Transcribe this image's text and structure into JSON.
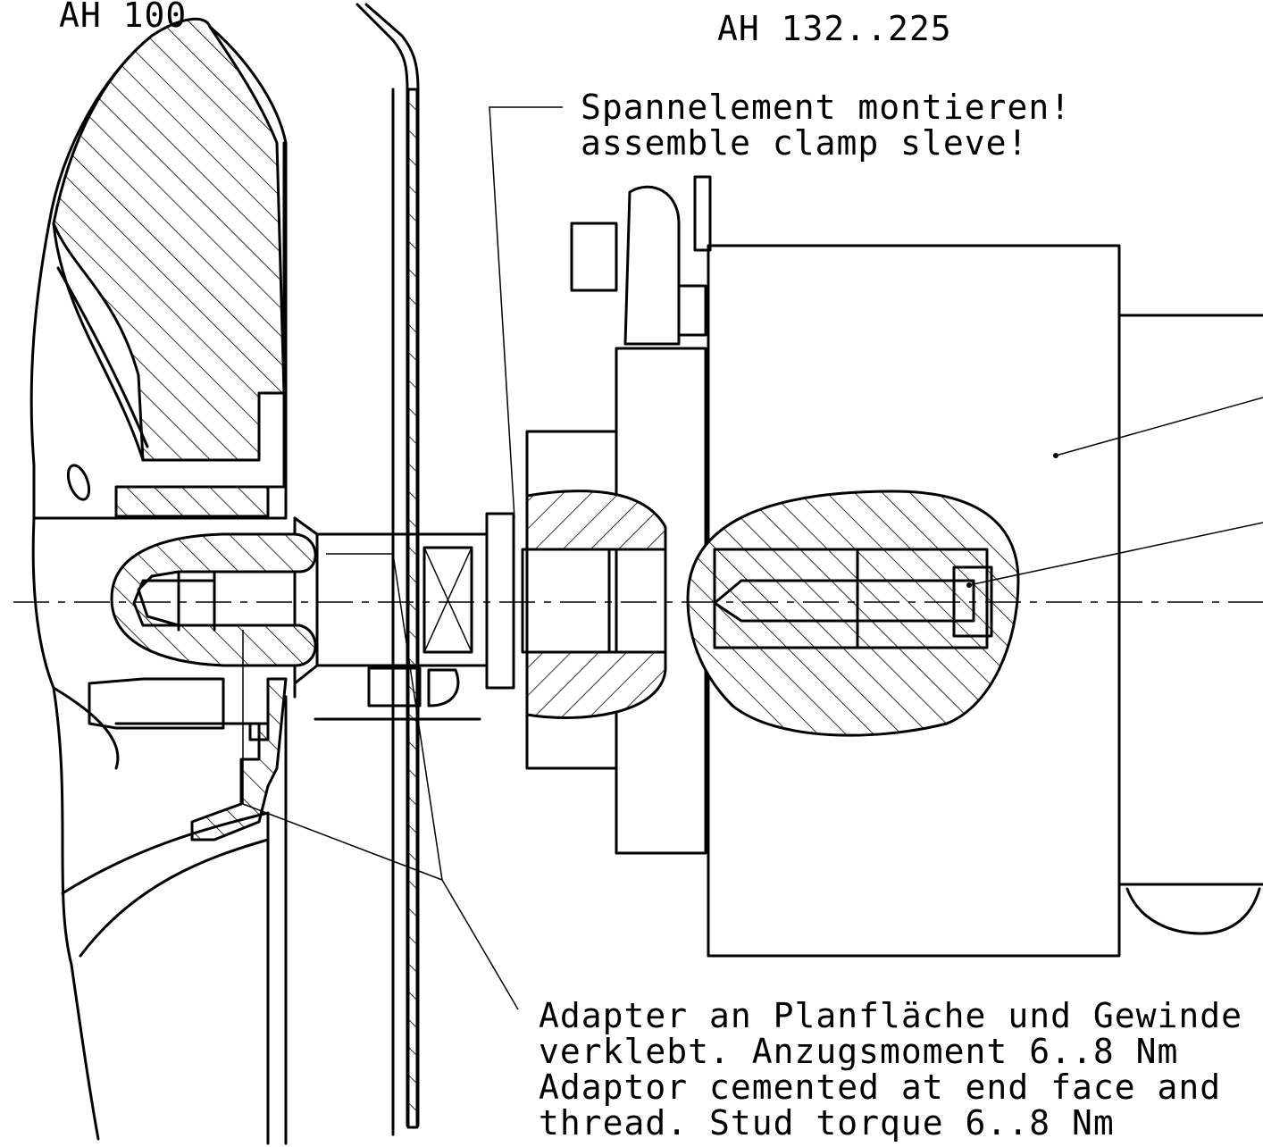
{
  "labels": {
    "variant_left": "AH 100",
    "variant_center": "AH 132..225"
  },
  "notes": {
    "clamp_de": "Spannelement montieren!",
    "clamp_en": "assemble clamp sleve!",
    "adapter_de_1": "Adapter an Planfläche und Gewinde",
    "adapter_de_2": "verklebt. Anzugsmoment 6..8 Nm",
    "adapter_en_1": "Adaptor cemented at end face and",
    "adapter_en_2": "thread. Stud torque 6..8 Nm"
  }
}
